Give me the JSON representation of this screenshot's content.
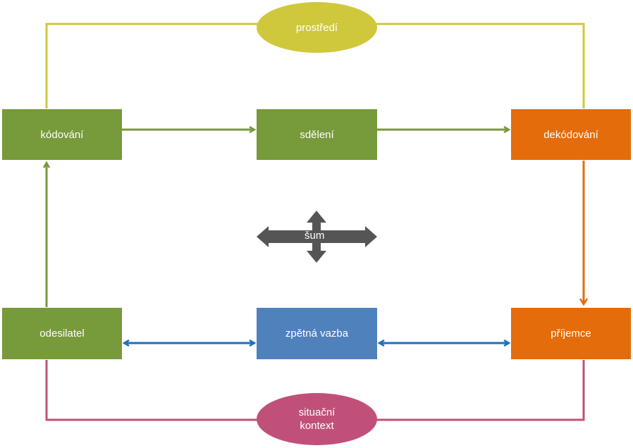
{
  "nodes": {
    "kodovani": "kódování",
    "sdeleni": "sdělení",
    "dekodovani": "dekódování",
    "odesilatel": "odesilatel",
    "zpetna_vazba": "zpětná vazba",
    "prijemce": "příjemce",
    "prostredi": "prostředí",
    "situacni_kontext_line1": "situační",
    "situacni_kontext_line2": "kontext",
    "sum": "šum"
  },
  "colors": {
    "green": "#779a3a",
    "orange": "#e46c0a",
    "blue": "#4f81bd",
    "yellow": "#cfc83c",
    "pink": "#c0507a",
    "gray": "#555555",
    "arrow_blue": "#1f6fbd"
  }
}
